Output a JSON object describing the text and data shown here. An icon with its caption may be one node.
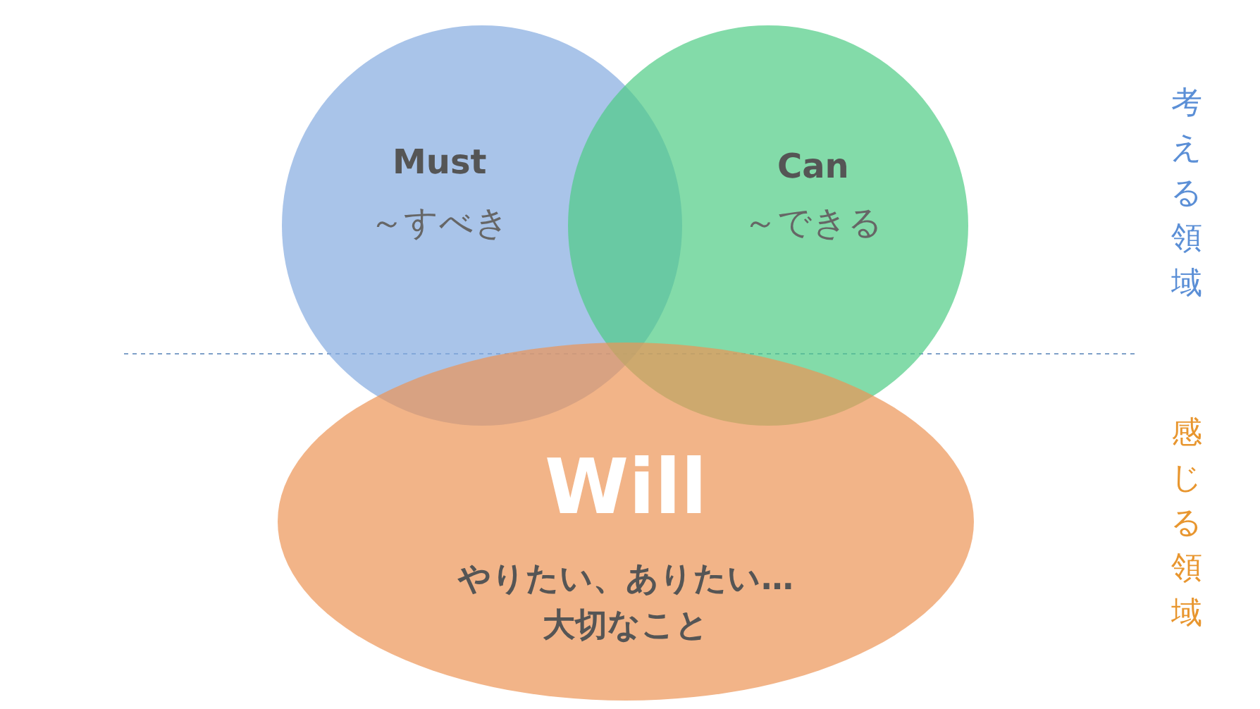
{
  "diagram": {
    "nodes": [
      {
        "text": [
          "Must",
          "～すべき"
        ]
      },
      {
        "text": [
          "Can",
          "～できる"
        ]
      },
      {
        "text": [
          "Will",
          "やりたい、ありたい…大切なこと"
        ]
      }
    ],
    "labels": [
      "考える領域",
      "感じる領域"
    ]
  }
}
